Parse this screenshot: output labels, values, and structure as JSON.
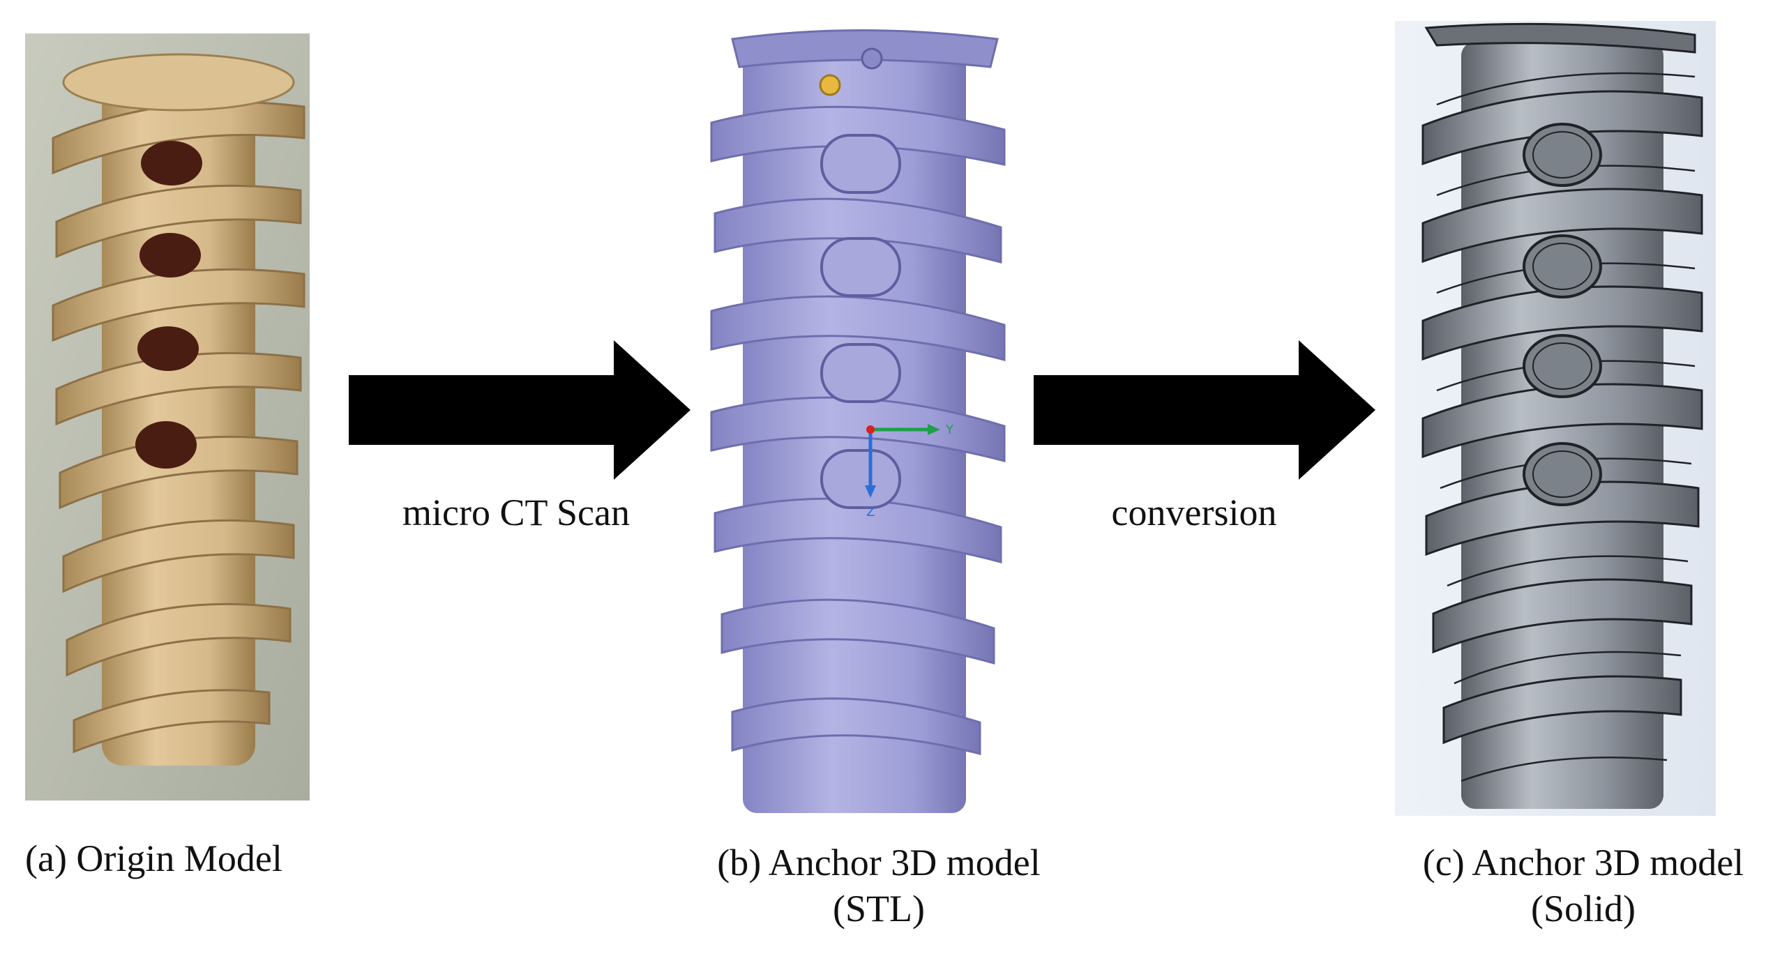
{
  "panels": [
    {
      "id": "a",
      "caption_line1": "(a) Origin Model",
      "caption_line2": "",
      "colors": {
        "body": "#d6b98a",
        "shade": "#a88a58",
        "hole": "#4a1d12",
        "bg": "#b9bcae"
      }
    },
    {
      "id": "b",
      "caption_line1": "(b) Anchor 3D model",
      "caption_line2": "(STL)",
      "colors": {
        "body": "#9e9ed8",
        "shade": "#7c7cbc",
        "light": "#c3c3ec"
      }
    },
    {
      "id": "c",
      "caption_line1": "(c) Anchor 3D model",
      "caption_line2": "(Solid)",
      "colors": {
        "body": "#8f959e",
        "shade": "#5b6068",
        "light": "#b8bec6",
        "line": "#1f2226"
      }
    }
  ],
  "arrows": [
    {
      "label": "micro CT Scan"
    },
    {
      "label": "conversion"
    }
  ],
  "axes_gizmo": {
    "y_label": "Y",
    "z_label": "Z"
  }
}
